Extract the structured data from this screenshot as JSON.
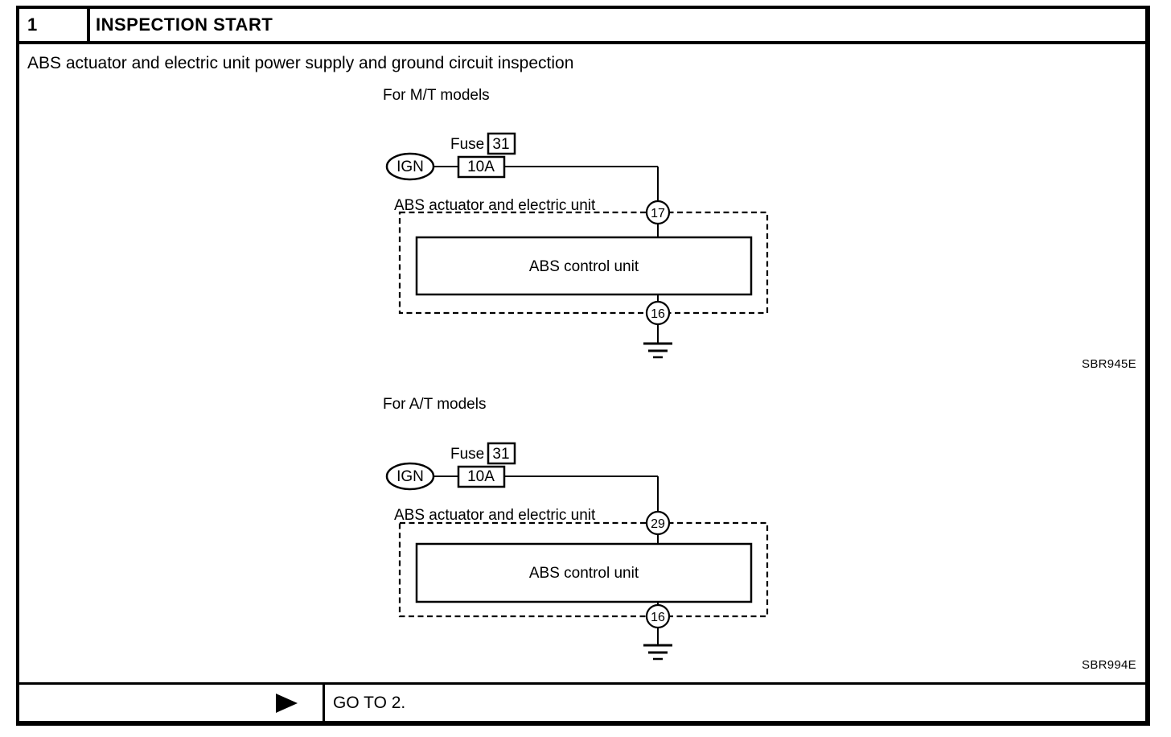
{
  "page": {
    "step": {
      "number": "1",
      "title": "INSPECTION START"
    },
    "instruction": "ABS actuator and electric unit power supply and ground circuit inspection",
    "diagrams": [
      {
        "caption": "For M/T models",
        "fuse_label": "Fuse",
        "fuse_number": "31",
        "power_source": "IGN",
        "fuse_rating": "10A",
        "unit_label": "ABS actuator and electric unit",
        "top_terminal": "17",
        "control_unit_label": "ABS control unit",
        "bottom_terminal": "16",
        "figure_id": "SBR945E"
      },
      {
        "caption": "For A/T models",
        "fuse_label": "Fuse",
        "fuse_number": "31",
        "power_source": "IGN",
        "fuse_rating": "10A",
        "unit_label": "ABS actuator and electric unit",
        "top_terminal": "29",
        "control_unit_label": "ABS control unit",
        "bottom_terminal": "16",
        "figure_id": "SBR994E"
      }
    ],
    "footer": {
      "action": "GO TO 2.",
      "arrow_icon": "black-right-triangle"
    },
    "colors": {
      "ink": "#000000",
      "paper": "#ffffff"
    }
  }
}
